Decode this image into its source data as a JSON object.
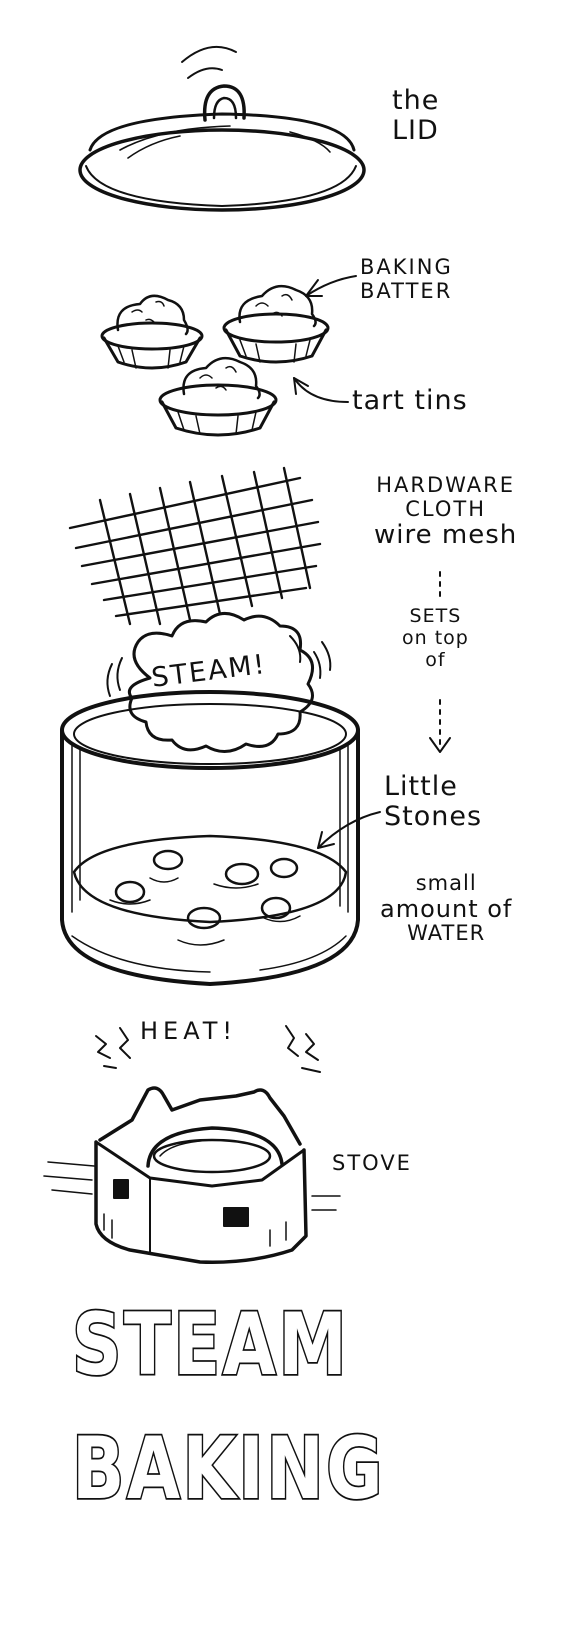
{
  "labels": {
    "lid": [
      "the",
      "LID"
    ],
    "batter": [
      "BAKING",
      "BATTER"
    ],
    "tins": "tart tins",
    "mesh": [
      "HARDWARE",
      "CLOTH",
      "wire mesh"
    ],
    "sets": [
      "SETS",
      "on top",
      "of"
    ],
    "steam": "STEAM!",
    "stones": [
      "Little",
      "Stones"
    ],
    "water": [
      "small",
      "amount of",
      "WATER"
    ],
    "heat": "HEAT!",
    "stove": "STOVE"
  },
  "title": [
    "STEAM",
    "BAKING"
  ],
  "colors": {
    "ink": "#111111",
    "paper": "#ffffff"
  }
}
